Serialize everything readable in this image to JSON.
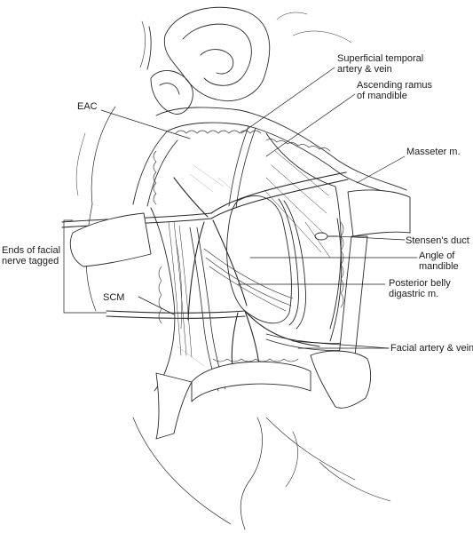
{
  "labels": {
    "superficial_temporal": [
      "Superficial temporal",
      "artery & vein"
    ],
    "ascending_ramus": [
      "Ascending ramus",
      "of mandible"
    ],
    "eac": "EAC",
    "masseter": "Masseter m.",
    "ends_facial_nerve": [
      "Ends of facial",
      "nerve tagged"
    ],
    "stensens_duct": "Stensen's duct",
    "angle_mandible": [
      "Angle of",
      "mandible"
    ],
    "scm": "SCM",
    "posterior_belly": [
      "Posterior belly",
      "digastric m."
    ],
    "facial_artery_vein": "Facial artery & vein"
  },
  "colors": {
    "ink": "#1a1a1a",
    "line": "#2a2a2a",
    "shade": "#b9b9b9",
    "retractor_fill": "#ffffff"
  }
}
